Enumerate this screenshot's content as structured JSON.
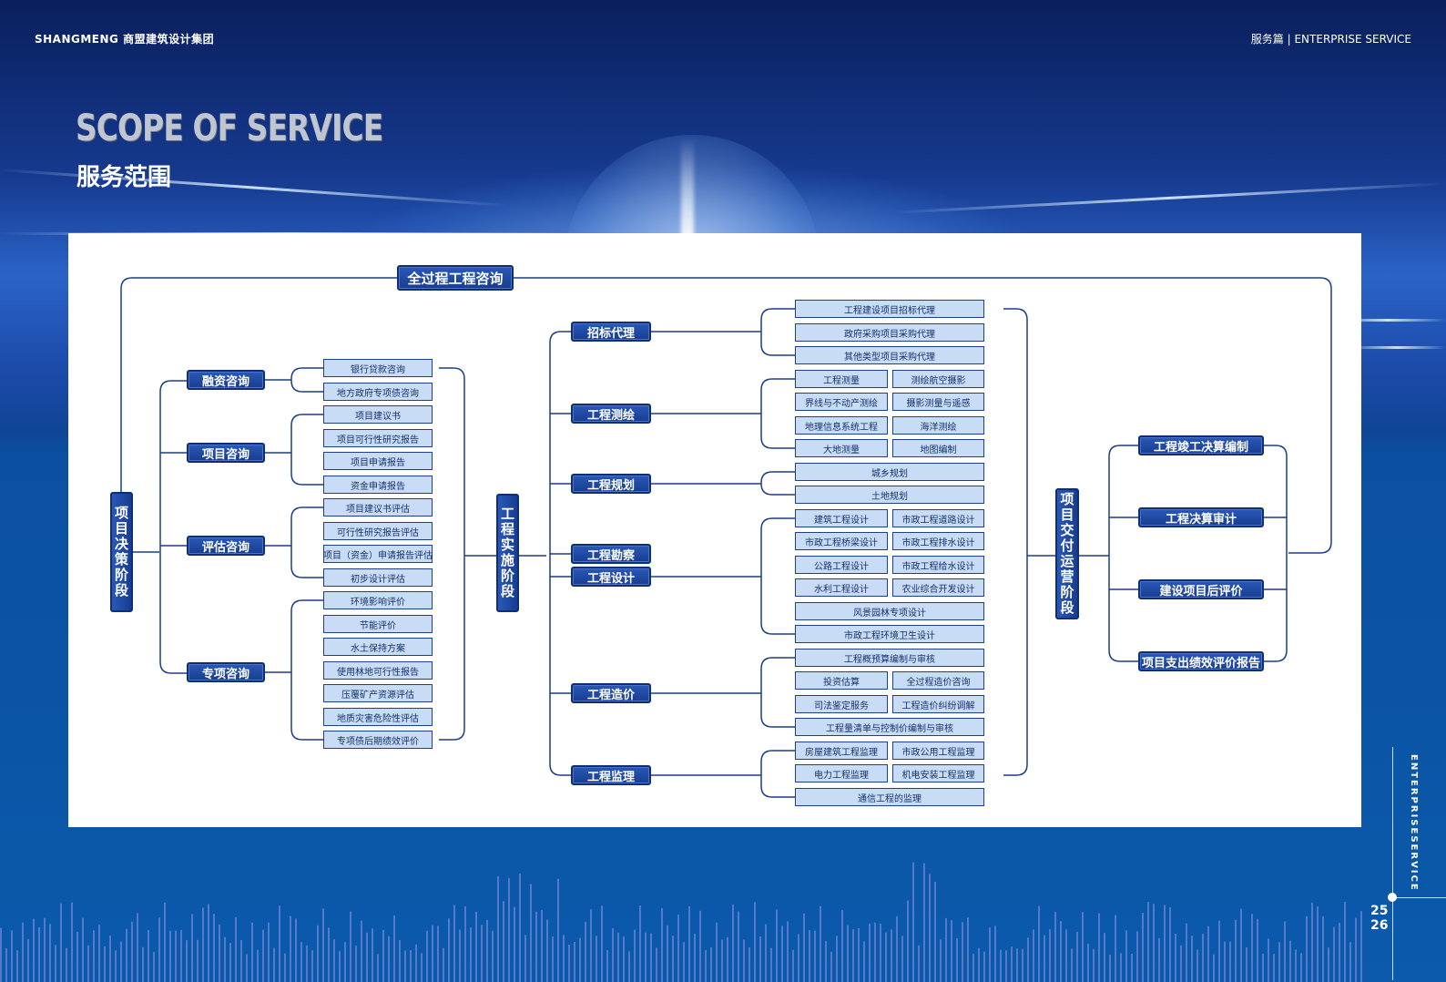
{
  "header": {
    "brand": "SHANGMENG 商盟建筑设计集团",
    "section": "服务篇 | ENTERPRISE SERVICE",
    "title_en": "SCOPE OF SERVICE",
    "title_cn": "服务范围",
    "side_text": "ENTERPRISESERVICE",
    "page_num_a": "25",
    "page_num_b": "26"
  },
  "diagram": {
    "root": "全过程工程咨询",
    "stage1": {
      "title": "项目决策阶段",
      "groups": [
        {
          "label": "融资咨询",
          "items": [
            "银行贷款咨询",
            "地方政府专项债咨询"
          ]
        },
        {
          "label": "项目咨询",
          "items": [
            "项目建议书",
            "项目可行性研究报告",
            "项目申请报告",
            "资金申请报告"
          ]
        },
        {
          "label": "评估咨询",
          "items": [
            "项目建议书评估",
            "可行性研究报告评估",
            "项目（资金）申请报告评估",
            "初步设计评估"
          ]
        },
        {
          "label": "专项咨询",
          "items": [
            "环境影响评价",
            "节能评价",
            "水土保持方案",
            "使用林地可行性报告",
            "压覆矿产资源评估",
            "地质灾害危险性评估",
            "专项债后期绩效评价"
          ]
        }
      ]
    },
    "stage2": {
      "title": "工程实施阶段",
      "groups": [
        {
          "label": "招标代理",
          "items": [
            "工程建设项目招标代理",
            "政府采购项目采购代理",
            "其他类型项目采购代理"
          ]
        },
        {
          "label": "工程测绘",
          "items": [
            "工程测量",
            "测绘航空摄影",
            "界线与不动产测绘",
            "摄影测量与遥感",
            "地理信息系统工程",
            "海洋测绘",
            "大地测量",
            "地图编制"
          ]
        },
        {
          "label": "工程规划",
          "items": [
            "城乡规划",
            "土地规划"
          ]
        },
        {
          "label": "工程勘察",
          "items": []
        },
        {
          "label": "工程设计",
          "items": [
            "建筑工程设计",
            "市政工程道路设计",
            "市政工程桥梁设计",
            "市政工程排水设计",
            "公路工程设计",
            "市政工程给水设计",
            "水利工程设计",
            "农业综合开发设计",
            "风景园林专项设计",
            "市政工程环境卫生设计"
          ]
        },
        {
          "label": "工程造价",
          "items": [
            "工程概预算编制与审核",
            "投资估算",
            "全过程造价咨询",
            "司法鉴定服务",
            "工程造价纠纷调解",
            "工程量清单与控制价编制与审核"
          ]
        },
        {
          "label": "工程监理",
          "items": [
            "房屋建筑工程监理",
            "市政公用工程监理",
            "电力工程监理",
            "机电安装工程监理",
            "通信工程的监理"
          ]
        }
      ]
    },
    "stage3": {
      "title": "项目交付运营阶段",
      "items": [
        "工程竣工决算编制",
        "工程决算审计",
        "建设项目后评价",
        "项目支出绩效评价报告"
      ]
    }
  }
}
